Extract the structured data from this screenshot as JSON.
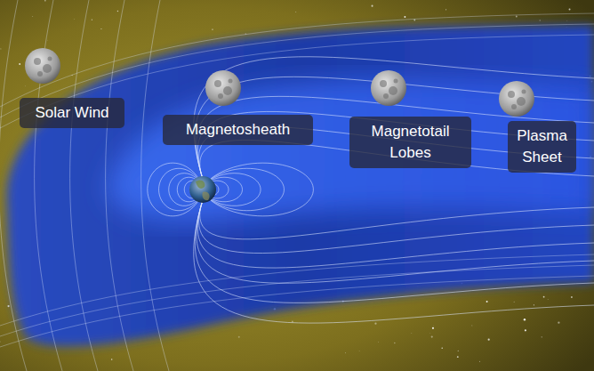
{
  "diagram": {
    "nodes": [
      {
        "text": [
          "Solar Wind"
        ]
      },
      {
        "text": [
          "Magnetosheath"
        ]
      },
      {
        "text": [
          "Magnetotail Lobes"
        ]
      },
      {
        "text": [
          "Plasma Sheet"
        ]
      }
    ]
  }
}
